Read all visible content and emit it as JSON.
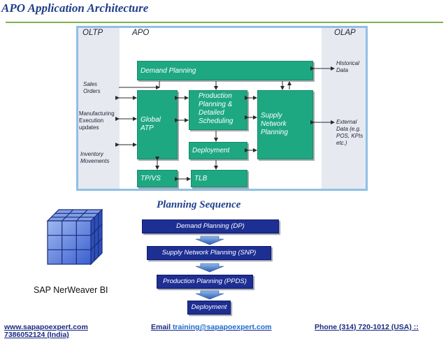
{
  "header": {
    "title": "APO Application Architecture"
  },
  "architecture": {
    "columns": {
      "oltp": "OLTP",
      "apo": "APO",
      "olap": "OLAP"
    },
    "oltp_items": [
      "Sales Orders",
      "Manufacturing Execution updates",
      "Inventory Movements"
    ],
    "olap_items": [
      "Historical Data",
      "External Data (e.g. POS, KPIs etc.)"
    ],
    "modules": {
      "demand_planning": "Demand Planning",
      "global_atp": "Global ATP",
      "pp_ds": "Production Planning & Detailed Scheduling",
      "snp": "Supply Network Planning",
      "deployment": "Deployment",
      "tpvs": "TP/VS",
      "tlb": "TLB"
    }
  },
  "sequence": {
    "title": "Planning Sequence",
    "steps": [
      "Demand Planning (DP)",
      "Supply Network Planning (SNP)",
      "Production Planning (PPDS)",
      "Deployment"
    ]
  },
  "bi": {
    "label": "SAP NerWeaver BI"
  },
  "footer": {
    "website": "www.sapapoexpert.com",
    "email_label": "Email",
    "email": "training@sapapoexpert.com",
    "phone": "Phone (314) 720-1012 (USA) ::",
    "phone_cont": "7386052124 (India)"
  },
  "colors": {
    "module": "#1ea882",
    "sequence": "#1e2f93",
    "title": "#1f3f8a",
    "frame": "#8fc0e6",
    "rule": "#7fb04a"
  }
}
